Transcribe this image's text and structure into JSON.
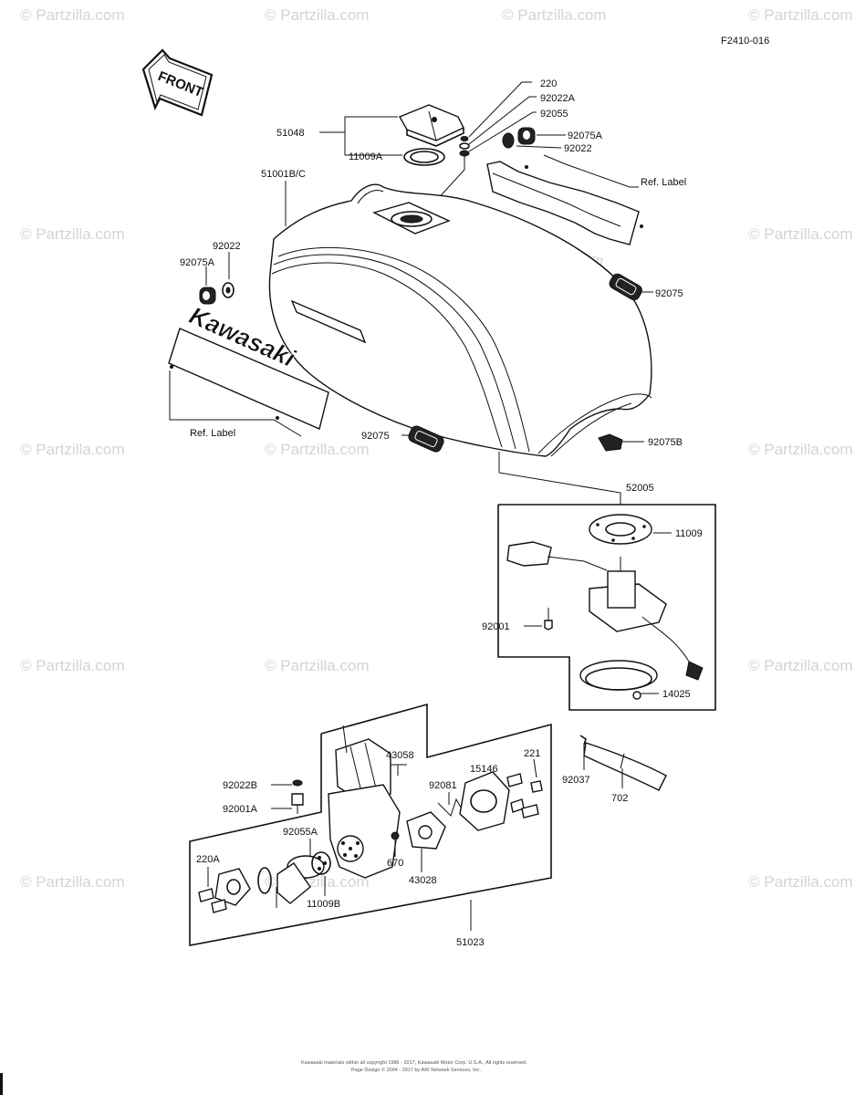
{
  "diagram": {
    "code": "F2410-016",
    "front_arrow": "FRONT",
    "brand_emblem": "Kawasaki",
    "watermark": "© Partzilla.com",
    "footer_line1": "Kawasaki materials within all copyright 1986 - 2017, Kawasaki Motor Corp. U.S.A., All rights reserved.",
    "footer_line2": "Page Design © 2004 - 2017 by ARI Network Services, Inc.",
    "labels": {
      "p220": "220",
      "p92022A": "92022A",
      "p92055": "92055",
      "p51048": "51048",
      "p11009A": "11009A",
      "p92075A_top": "92075A",
      "p92022_top": "92022",
      "ref_label_top": "Ref.  Label",
      "p51001": "51001B/C",
      "p92022_left": "92022",
      "p92075A_left": "92075A",
      "p92075_right": "92075",
      "ref_label_left": "Ref.  Label",
      "p92075_mid": "92075",
      "p92075B": "92075B",
      "p52005": "52005",
      "p11009": "11009",
      "p92001": "92001",
      "p14025": "14025",
      "p43058": "43058",
      "p221": "221",
      "p92022B": "92022B",
      "p92081": "92081",
      "p15146": "15146",
      "p92037": "92037",
      "p92001A": "92001A",
      "p702": "702",
      "p92055A": "92055A",
      "p670": "670",
      "p220A": "220A",
      "p43028": "43028",
      "p11009B": "11009B",
      "p51023": "51023"
    }
  }
}
